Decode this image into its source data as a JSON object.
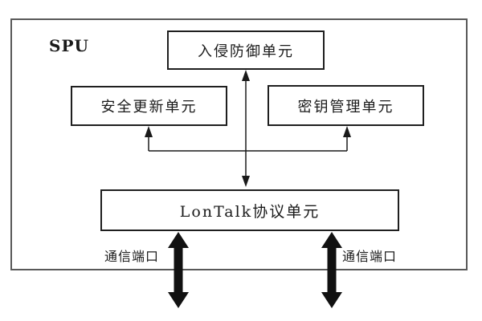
{
  "diagram": {
    "title": "SPU",
    "nodes": {
      "intrusion_defense": "入侵防御单元",
      "security_update": "安全更新单元",
      "key_management": "密钥管理单元",
      "lontalk_protocol": "LonTalk协议单元"
    },
    "ports": {
      "left_label": "通信端口",
      "right_label": "通信端口"
    },
    "connections": [
      "入侵防御单元 <-> LonTalk协议单元 (double-headed thin arrow)",
      "LonTalk协议单元 -> 安全更新单元 (branch arrow up)",
      "LonTalk协议单元 -> 密钥管理单元 (branch arrow up)",
      "LonTalk协议单元 <-> 通信端口 left (thick double arrow)",
      "LonTalk协议单元 <-> 通信端口 right (thick double arrow)"
    ],
    "colors": {
      "background": "#ffffff",
      "line": "#1a1a1a",
      "box_border": "#1f1f1f",
      "outer_border": "#595959",
      "thick_arrow": "#111111"
    }
  }
}
